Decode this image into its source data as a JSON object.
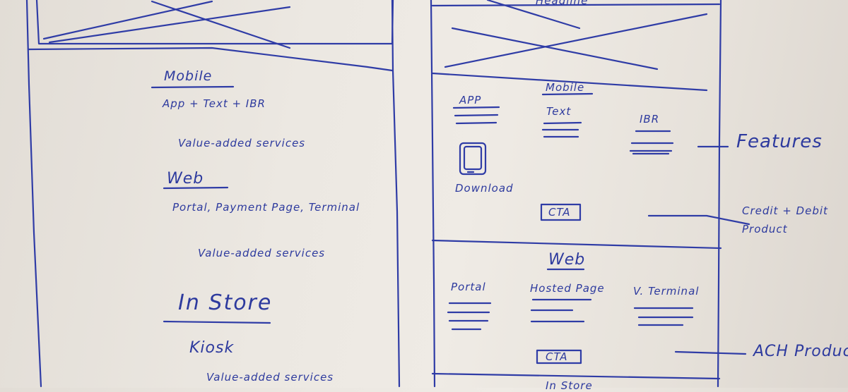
{
  "left_sketch": {
    "mobile_heading": "Mobile",
    "mobile_line": "App + Text + IBR",
    "mobile_services": "Value-added services",
    "web_heading": "Web",
    "web_line": "Portal, Payment Page, Terminal",
    "web_services": "Value-added services",
    "instore_heading": "In Store",
    "kiosk": "Kiosk",
    "kiosk_services": "Value-added services"
  },
  "right_sketch": {
    "top_label": "Headline",
    "mobile_heading": "Mobile",
    "col_app": "APP",
    "col_text": "Text",
    "col_ibr": "IBR",
    "download": "Download",
    "cta1": "CTA",
    "web_heading": "Web",
    "col_portal": "Portal",
    "col_hosted": "Hosted Page",
    "col_vterminal": "V. Terminal",
    "cta2": "CTA",
    "bottom_partial": "In Store"
  },
  "annotations": {
    "features": "Features",
    "credit_debit": "Credit + Debit Product",
    "ach": "ACH Product"
  },
  "marker_color": "#2d3a9e"
}
